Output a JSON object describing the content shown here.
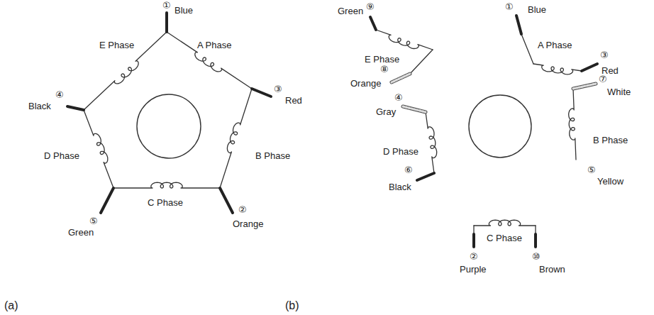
{
  "diagram": {
    "labels": [
      "①",
      "Blue",
      "E Phase",
      "A Phase",
      "④",
      "Black",
      "③",
      "Red",
      "D Phase",
      "B Phase",
      "C Phase",
      "⑤",
      "Green",
      "②",
      "Orange",
      "(a)",
      "⑨",
      "Green",
      "①",
      "Blue",
      "E Phase",
      "A Phase",
      "⑧",
      "Orange",
      "③",
      "Red",
      "④",
      "Gray",
      "⑦",
      "White",
      "D Phase",
      "B Phase",
      "⑥",
      "Black",
      "⑤",
      "Yellow",
      "C Phase",
      "②",
      "Purple",
      "⑩",
      "Brown",
      "(b)"
    ]
  }
}
